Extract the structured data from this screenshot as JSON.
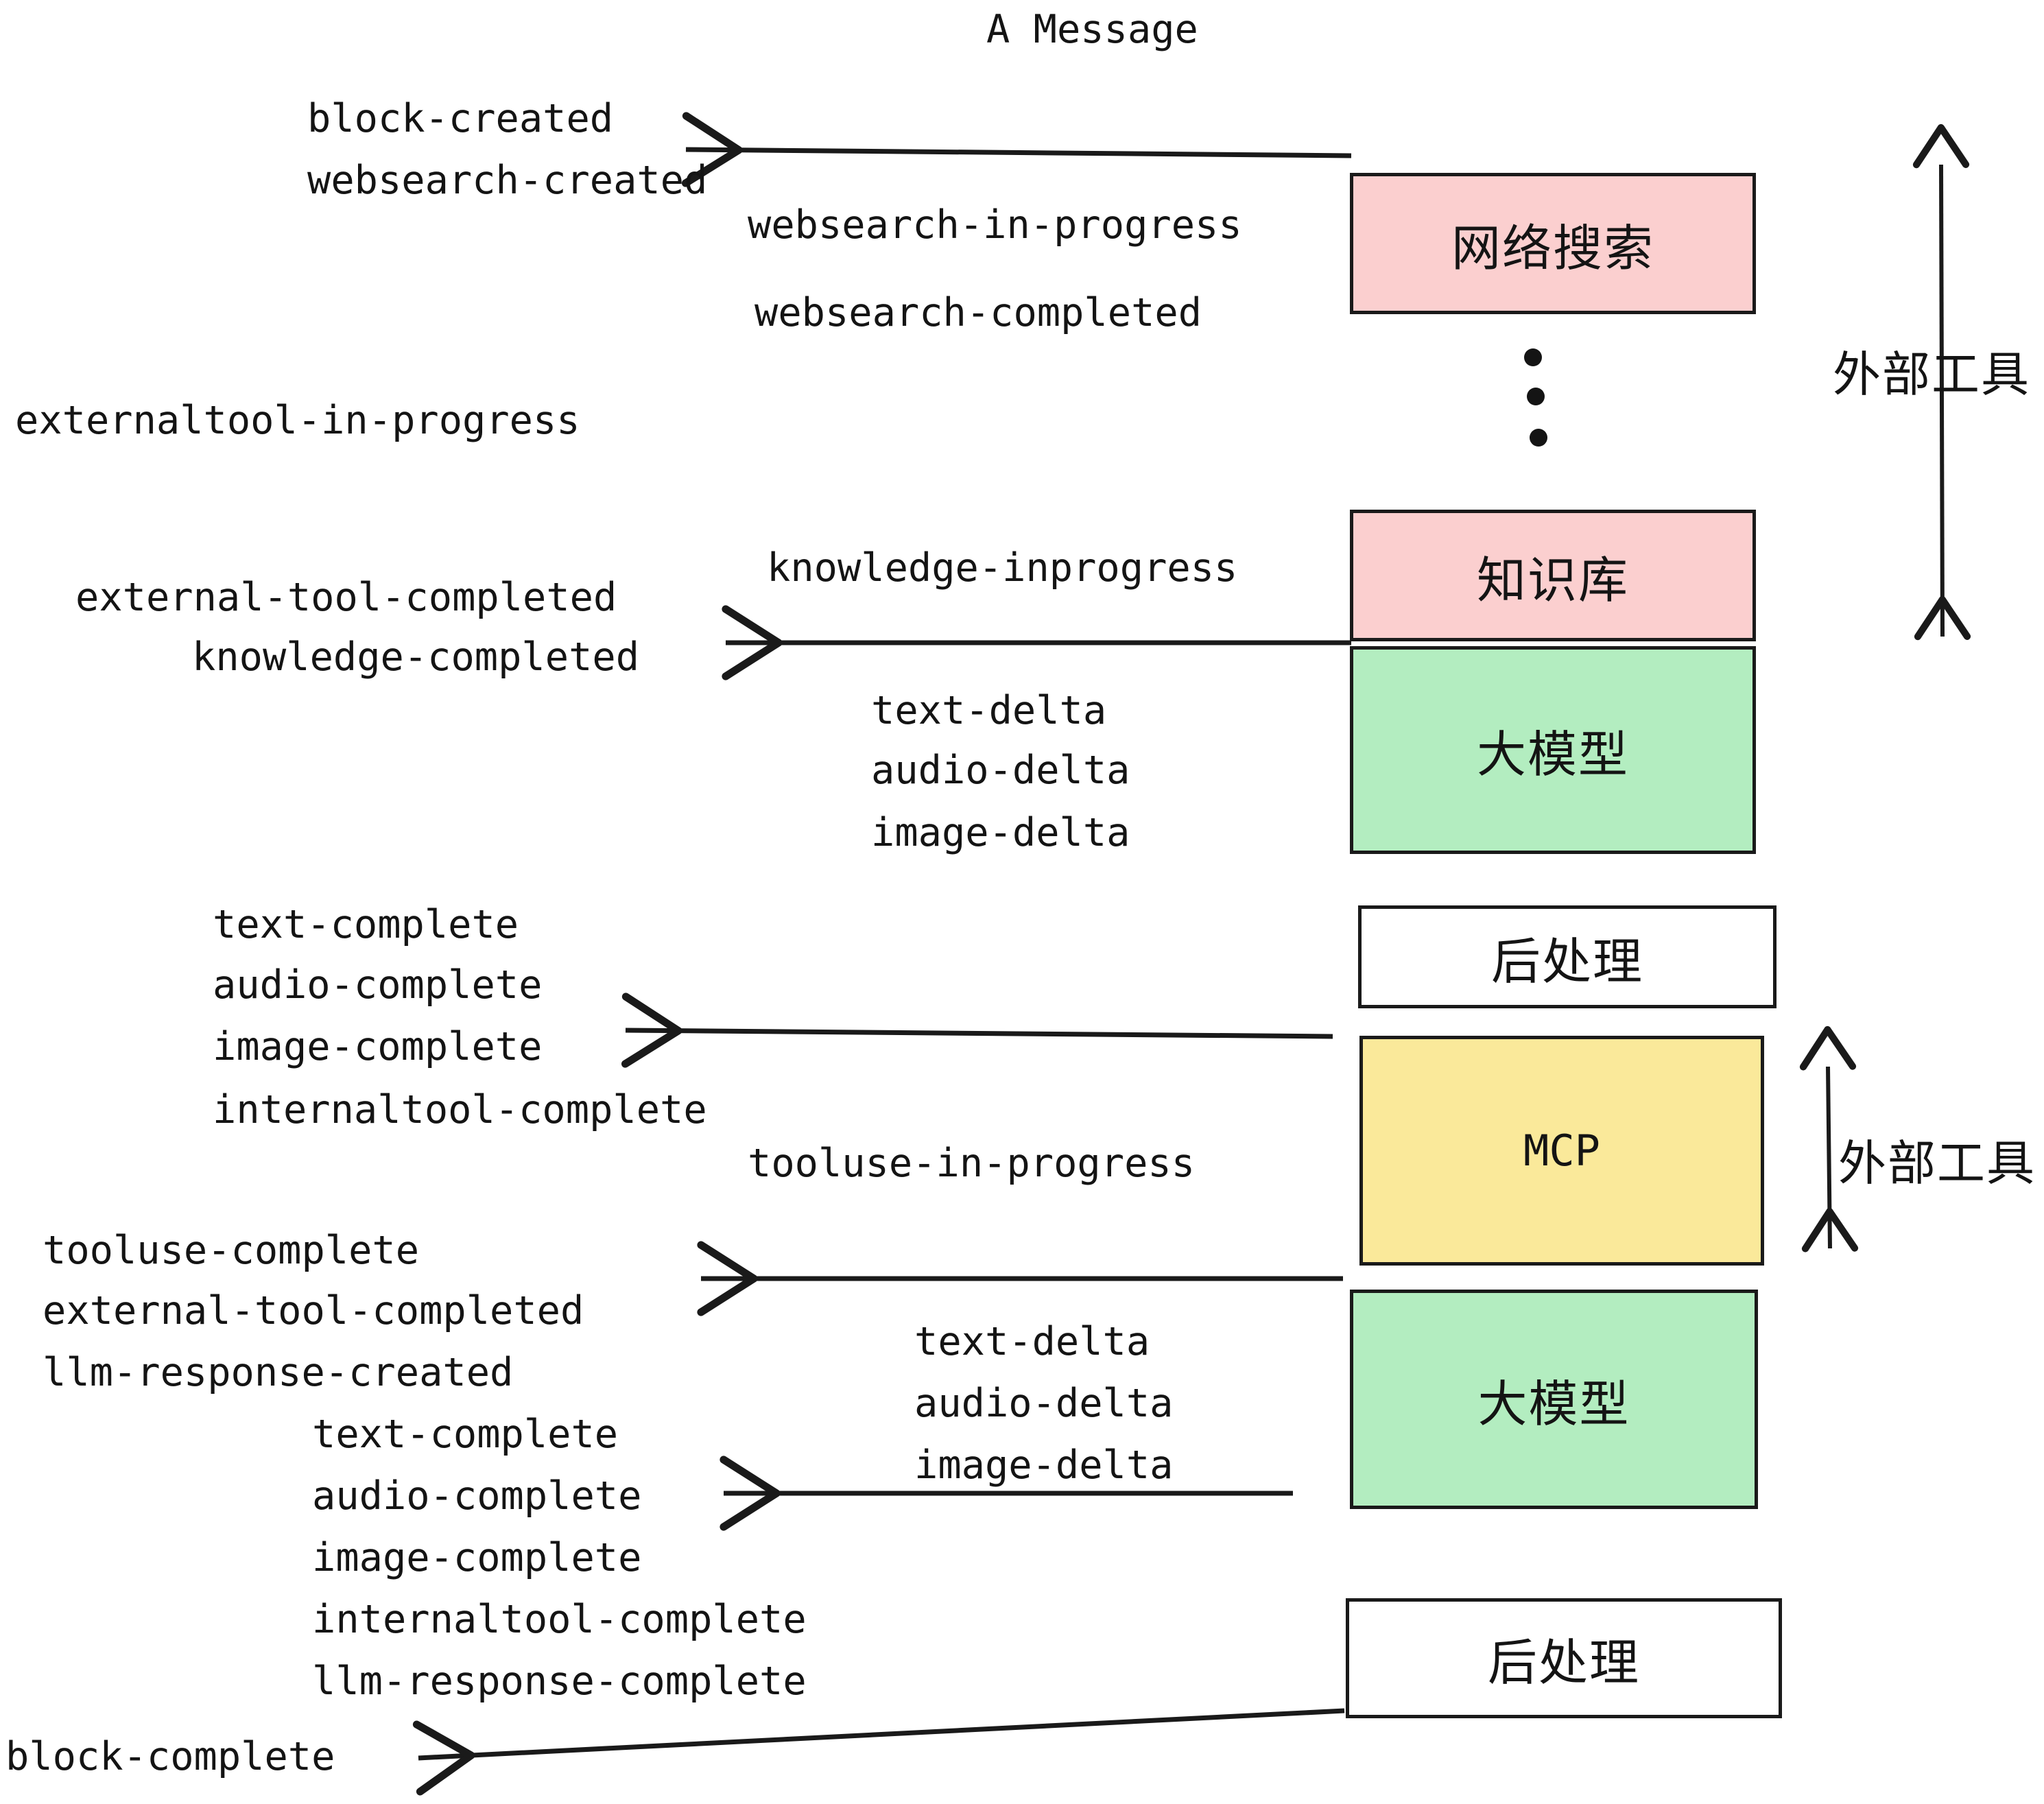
{
  "title": "A Message",
  "colors": {
    "pink": "#fbcfcf",
    "green": "#b3edc0",
    "yellow": "#fae99a",
    "white": "#ffffff",
    "stroke": "#1a1a1a",
    "text": "#141414"
  },
  "boxes": [
    {
      "id": "websearch",
      "label": "网络搜索",
      "color": "#fbcfcf"
    },
    {
      "id": "knowledgebase",
      "label": "知识库",
      "color": "#fbcfcf"
    },
    {
      "id": "llm-upper",
      "label": "大模型",
      "color": "#b3edc0"
    },
    {
      "id": "postproc-upper",
      "label": "后处理",
      "color": "#ffffff"
    },
    {
      "id": "mcp",
      "label": "MCP",
      "color": "#fae99a"
    },
    {
      "id": "llm-lower",
      "label": "大模型",
      "color": "#b3edc0"
    },
    {
      "id": "postproc-lower",
      "label": "后处理",
      "color": "#ffffff"
    }
  ],
  "side_labels": [
    {
      "id": "external-tools-upper",
      "label": "外部工具"
    },
    {
      "id": "external-tools-lower",
      "label": "外部工具"
    }
  ],
  "events": [
    {
      "id": "block-created",
      "text": "block-created"
    },
    {
      "id": "websearch-created",
      "text": "websearch-created"
    },
    {
      "id": "websearch-in-progress",
      "text": "websearch-in-progress"
    },
    {
      "id": "websearch-completed",
      "text": "websearch-completed"
    },
    {
      "id": "externaltool-in-progress",
      "text": "externaltool-in-progress"
    },
    {
      "id": "knowledge-inprogress",
      "text": "knowledge-inprogress"
    },
    {
      "id": "external-tool-completed-1",
      "text": "external-tool-completed"
    },
    {
      "id": "knowledge-completed",
      "text": "knowledge-completed"
    },
    {
      "id": "text-delta-1",
      "text": "text-delta"
    },
    {
      "id": "audio-delta-1",
      "text": "audio-delta"
    },
    {
      "id": "image-delta-1",
      "text": "image-delta"
    },
    {
      "id": "text-complete-1",
      "text": "text-complete"
    },
    {
      "id": "audio-complete-1",
      "text": "audio-complete"
    },
    {
      "id": "image-complete-1",
      "text": "image-complete"
    },
    {
      "id": "internaltool-complete-1",
      "text": "internaltool-complete"
    },
    {
      "id": "tooluse-in-progress",
      "text": "tooluse-in-progress"
    },
    {
      "id": "tooluse-complete",
      "text": "tooluse-complete"
    },
    {
      "id": "external-tool-completed-2",
      "text": "external-tool-completed"
    },
    {
      "id": "llm-response-created",
      "text": "llm-response-created"
    },
    {
      "id": "text-delta-2",
      "text": "text-delta"
    },
    {
      "id": "audio-delta-2",
      "text": "audio-delta"
    },
    {
      "id": "image-delta-2",
      "text": "image-delta"
    },
    {
      "id": "text-complete-2",
      "text": "text-complete"
    },
    {
      "id": "audio-complete-2",
      "text": "audio-complete"
    },
    {
      "id": "image-complete-2",
      "text": "image-complete"
    },
    {
      "id": "internaltool-complete-2",
      "text": "internaltool-complete"
    },
    {
      "id": "llm-response-complete",
      "text": "llm-response-complete"
    },
    {
      "id": "block-complete",
      "text": "block-complete"
    }
  ]
}
